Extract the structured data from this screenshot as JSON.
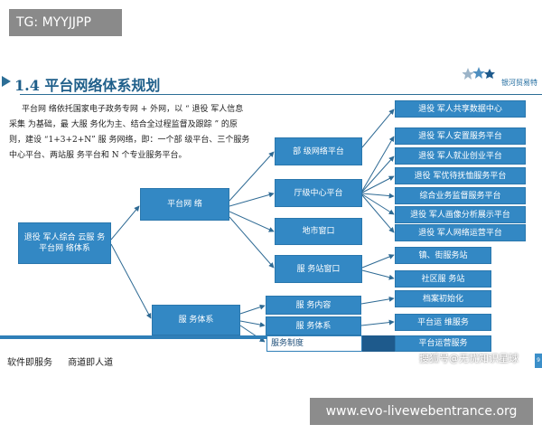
{
  "watermark_top": "TG: MYYJJPP",
  "watermark_bottom": "www.evo-livewebentrance.org",
  "brand": "银河贸易特",
  "title": "1.4 平台网络体系规划",
  "intro_lines": [
    "平台网 络依托国家电子政务专网 + 外网，以 “ 退役 军人信息",
    "采集 为基础，最 大服 务化为主、结合全过程监督及跟踪 ” 的原",
    "则，建设 “1+3+2+N” 服 务网络，即：一个部 级平台、三个服务",
    "中心平台、两站服 务平台和 N 个专业服务平台。"
  ],
  "nodes": {
    "root": "退役 军人综合 云服 务 平台网 络体系",
    "platform_net": "平台网 络",
    "service_sys": "服 务体系",
    "ministry": "部 级网络平台",
    "dept_center": "厅级中心平台",
    "local_window": "地市窗口",
    "station_window": "服 务站窗口",
    "service_content": "服 务内容",
    "service_system2": "服 务体系",
    "service_rules": "服务制度",
    "leaf_data_center": "退役 军人共享数据中心",
    "leaf_resettle": "退役 军人安置服务平台",
    "leaf_employ": "退役 军人就业创业平台",
    "leaf_support": "退役 军优待抚恤服务平台",
    "leaf_supervise": "综合业务监督服务平台",
    "leaf_portrait": "退役 军人画像分析展示平台",
    "leaf_network_ops": "退役 军人网络运营平台",
    "leaf_town": "镇、街服务站",
    "leaf_community": "社区服 务站",
    "leaf_archive": "档案初始化",
    "leaf_platform_ops": "平台运 维服务",
    "leaf_platform_run": "平台运营服务"
  },
  "footer": {
    "left1": "软件即服务",
    "left2": "商道即人道"
  },
  "credit": "搜狐号@无忧知识星球",
  "page_number": "9",
  "colors": {
    "box": "#3388c4",
    "line": "#2e6a94",
    "title": "#1f5f8a"
  }
}
